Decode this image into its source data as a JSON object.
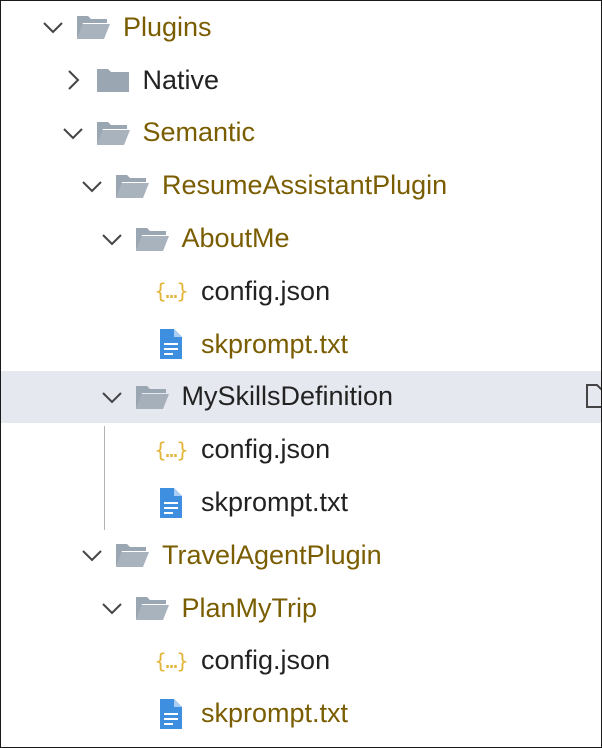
{
  "tree": [
    {
      "label": "Plugins",
      "level": 0,
      "type": "folder",
      "expanded": true,
      "status": "modified",
      "icon": "folder-open-icon"
    },
    {
      "label": "Native",
      "level": 1,
      "type": "folder",
      "expanded": false,
      "status": "plain",
      "icon": "folder-closed-icon"
    },
    {
      "label": "Semantic",
      "level": 1,
      "type": "folder",
      "expanded": true,
      "status": "modified",
      "icon": "folder-open-icon"
    },
    {
      "label": "ResumeAssistantPlugin",
      "level": 2,
      "type": "folder",
      "expanded": true,
      "status": "modified",
      "icon": "folder-open-icon"
    },
    {
      "label": "AboutMe",
      "level": 3,
      "type": "folder",
      "expanded": true,
      "status": "modified",
      "icon": "folder-open-icon"
    },
    {
      "label": "config.json",
      "level": 4,
      "type": "json",
      "status": "plain",
      "icon": "json-file-icon"
    },
    {
      "label": "skprompt.txt",
      "level": 4,
      "type": "text",
      "status": "modified",
      "icon": "text-file-icon"
    },
    {
      "label": "MySkillsDefinition",
      "level": 3,
      "type": "folder",
      "expanded": true,
      "status": "plain",
      "selected": true,
      "icon": "folder-open-icon"
    },
    {
      "label": "config.json",
      "level": 4,
      "type": "json",
      "status": "plain",
      "icon": "json-file-icon"
    },
    {
      "label": "skprompt.txt",
      "level": 4,
      "type": "text",
      "status": "plain",
      "icon": "text-file-icon"
    },
    {
      "label": "TravelAgentPlugin",
      "level": 2,
      "type": "folder",
      "expanded": true,
      "status": "modified",
      "icon": "folder-open-icon"
    },
    {
      "label": "PlanMyTrip",
      "level": 3,
      "type": "folder",
      "expanded": true,
      "status": "modified",
      "icon": "folder-open-icon"
    },
    {
      "label": "config.json",
      "level": 4,
      "type": "json",
      "status": "plain",
      "icon": "json-file-icon"
    },
    {
      "label": "skprompt.txt",
      "level": 4,
      "type": "text",
      "status": "modified",
      "icon": "text-file-icon"
    }
  ],
  "colors": {
    "folder_icon": "#9aa6b1",
    "json_icon": "#e2b53a",
    "text_file_icon": "#3f8fe0",
    "modified_text": "#7a5d00",
    "plain_text": "#222222",
    "selected_row": "#e6e8f0",
    "twistie": "#444444"
  }
}
